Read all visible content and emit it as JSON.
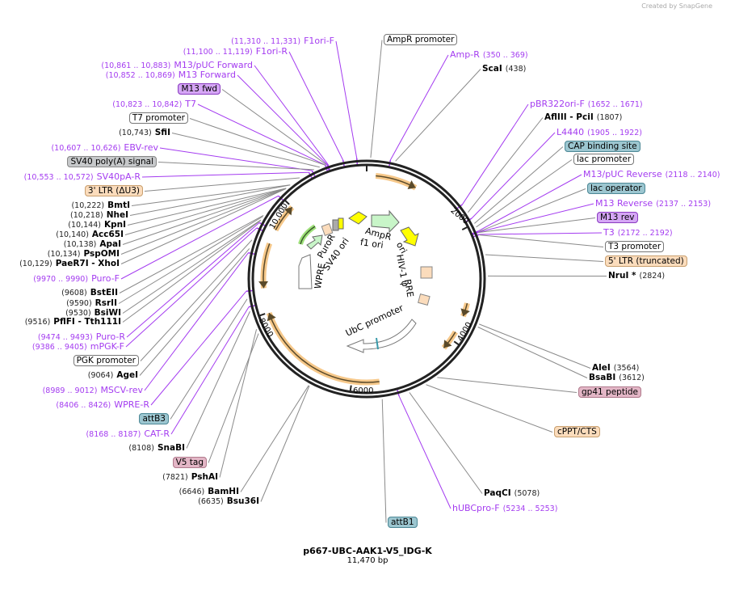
{
  "credit": "Created by SnapGene",
  "plasmid": {
    "name": "p667-UBC-AAK1-V5_IDG-K",
    "size": "11,470 bp",
    "length_bp": 11470
  },
  "ticks": [
    "2000",
    "4000",
    "6000",
    "8000",
    "10,000"
  ],
  "left": [
    {
      "name": "F1ori-F",
      "range": "(11,310 .. 11,331)",
      "bp": 11320
    },
    {
      "name": "F1ori-R",
      "range": "(11,100 .. 11,119)",
      "bp": 11110
    },
    {
      "name": "M13/pUC Forward",
      "range": "(10,861 .. 10,883)",
      "bp": 10872
    },
    {
      "name": "M13 Forward",
      "range": "(10,852 .. 10,869)",
      "bp": 10860
    },
    {
      "name": "M13 fwd"
    },
    {
      "name": "T7",
      "range": "(10,823 .. 10,842)",
      "bp": 10832
    },
    {
      "name": "T7 promoter"
    },
    {
      "name": "SfiI",
      "range": "(10,743)",
      "bp": 10743
    },
    {
      "name": "EBV-rev",
      "range": "(10,607 .. 10,626)",
      "bp": 10616
    },
    {
      "name": "SV40 poly(A) signal"
    },
    {
      "name": "SV40pA-R",
      "range": "(10,553 .. 10,572)",
      "bp": 10562
    },
    {
      "name": "3' LTR (ΔU3)"
    },
    {
      "name": "BmtI",
      "range": "(10,222)",
      "bp": 10222
    },
    {
      "name": "NheI",
      "range": "(10,218)",
      "bp": 10218
    },
    {
      "name": "KpnI",
      "range": "(10,144)",
      "bp": 10144
    },
    {
      "name": "Acc65I",
      "range": "(10,140)",
      "bp": 10140
    },
    {
      "name": "ApaI",
      "range": "(10,138)",
      "bp": 10138
    },
    {
      "name": "PspOMI",
      "range": "(10,134)",
      "bp": 10134
    },
    {
      "name": "PaeR7I  - XhoI",
      "range": "(10,129)",
      "bp": 10129
    },
    {
      "name": "Puro-F",
      "range": "(9970 .. 9990)",
      "bp": 9980
    },
    {
      "name": "BstEII",
      "range": "(9608)",
      "bp": 9608
    },
    {
      "name": "RsrII",
      "range": "(9590)",
      "bp": 9590
    },
    {
      "name": "BsiWI",
      "range": "(9530)",
      "bp": 9530
    },
    {
      "name": "PflFI  - Tth111I",
      "range": "(9516)",
      "bp": 9516
    },
    {
      "name": "Puro-R",
      "range": "(9474 .. 9493)",
      "bp": 9483
    },
    {
      "name": "mPGK-F",
      "range": "(9386 .. 9405)",
      "bp": 9395
    },
    {
      "name": "PGK promoter"
    },
    {
      "name": "AgeI",
      "range": "(9064)",
      "bp": 9064
    },
    {
      "name": "MSCV-rev",
      "range": "(8989 .. 9012)",
      "bp": 9000
    },
    {
      "name": "WPRE-R",
      "range": "(8406 .. 8426)",
      "bp": 8416
    },
    {
      "name": "attB3"
    },
    {
      "name": "CAT-R",
      "range": "(8168 .. 8187)",
      "bp": 8177
    },
    {
      "name": "SnaBI",
      "range": "(8108)",
      "bp": 8108
    },
    {
      "name": "V5 tag"
    },
    {
      "name": "PshAI",
      "range": "(7821)",
      "bp": 7821
    },
    {
      "name": "BamHI",
      "range": "(6646)",
      "bp": 6646
    },
    {
      "name": "Bsu36I",
      "range": "(6635)",
      "bp": 6635
    }
  ],
  "right": [
    {
      "name": "AmpR promoter"
    },
    {
      "name": "Amp-R",
      "range": "(350 .. 369)",
      "bp": 360
    },
    {
      "name": "ScaI",
      "range": "(438)",
      "bp": 438
    },
    {
      "name": "pBR322ori-F",
      "range": "(1652 .. 1671)",
      "bp": 1661
    },
    {
      "name": "AflIII  - PciI",
      "range": "(1807)",
      "bp": 1807
    },
    {
      "name": "L4440",
      "range": "(1905 .. 1922)",
      "bp": 1913
    },
    {
      "name": "CAP binding site"
    },
    {
      "name": "lac promoter"
    },
    {
      "name": "M13/pUC Reverse",
      "range": "(2118 .. 2140)",
      "bp": 2129
    },
    {
      "name": "lac operator"
    },
    {
      "name": "M13 Reverse",
      "range": "(2137 .. 2153)",
      "bp": 2145
    },
    {
      "name": "M13 rev"
    },
    {
      "name": "T3",
      "range": "(2172 .. 2192)",
      "bp": 2182
    },
    {
      "name": "T3 promoter"
    },
    {
      "name": "5' LTR (truncated)"
    },
    {
      "name": "NruI *",
      "range": "(2824)",
      "bp": 2824
    },
    {
      "name": "AleI",
      "range": "(3564)",
      "bp": 3564
    },
    {
      "name": "BsaBI",
      "range": "(3612)",
      "bp": 3612
    },
    {
      "name": "gp41 peptide"
    },
    {
      "name": "cPPT/CTS"
    },
    {
      "name": "PaqCI",
      "range": "(5078)",
      "bp": 5078
    },
    {
      "name": "hUBCpro-F",
      "range": "(5234 .. 5253)",
      "bp": 5243
    },
    {
      "name": "attB1"
    }
  ],
  "inner": {
    "ampr": "AmpR",
    "f1ori": "f1 ori",
    "ori": "ori",
    "hiv": "HIV-1 ψ",
    "rre": "RRE",
    "ubc": "UbC promoter",
    "wpre": "WPRE",
    "puror": "PuroR",
    "sv40ori": "SV40 ori"
  },
  "colors": {
    "primer": "#a43cf0",
    "line": "#8a8a8a",
    "orf": "#f6c88a",
    "marker": "#ffff00",
    "resistance": "#c8f5c8"
  }
}
